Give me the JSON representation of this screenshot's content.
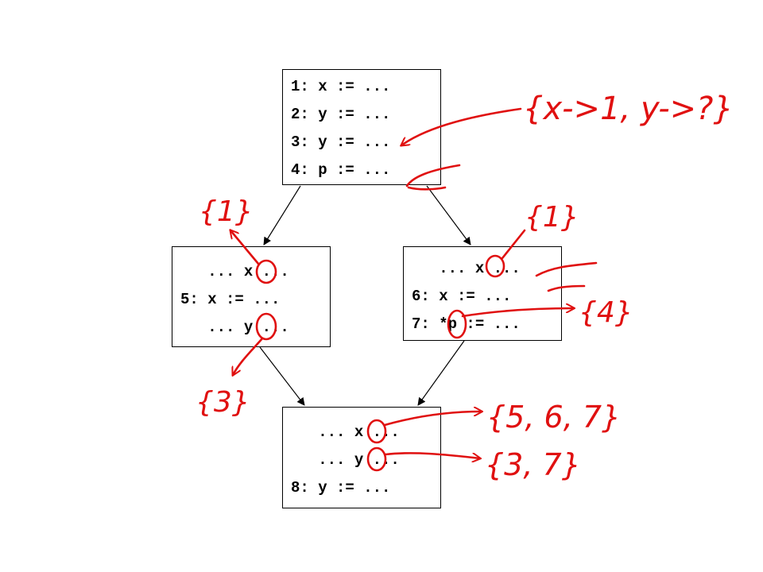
{
  "blocks": [
    {
      "id": "block-1",
      "lines": [
        "1: x := ...",
        "2: y := ...",
        "3: y := ...",
        "4: p := ..."
      ]
    },
    {
      "id": "block-2",
      "lines": [
        "   ... x ...",
        "5: x := ...",
        "   ... y ..."
      ]
    },
    {
      "id": "block-3",
      "lines": [
        "   ... x ...",
        "6: x := ...",
        "7: *p := ..."
      ]
    },
    {
      "id": "block-4",
      "lines": [
        "   ... x ...",
        "   ... y ...",
        "8: y := ..."
      ]
    }
  ],
  "annotations": {
    "points_to": "{x->1, y->?}",
    "block2_x_use": "{1}",
    "block2_y_use": "{3}",
    "block3_x_use": "{1}",
    "block3_p_store": "{4}",
    "block4_x_use": "{5, 6, 7}",
    "block4_y_use": "{3, 7}"
  },
  "colors": {
    "annotation": "#e01010",
    "ink": "#000000"
  }
}
